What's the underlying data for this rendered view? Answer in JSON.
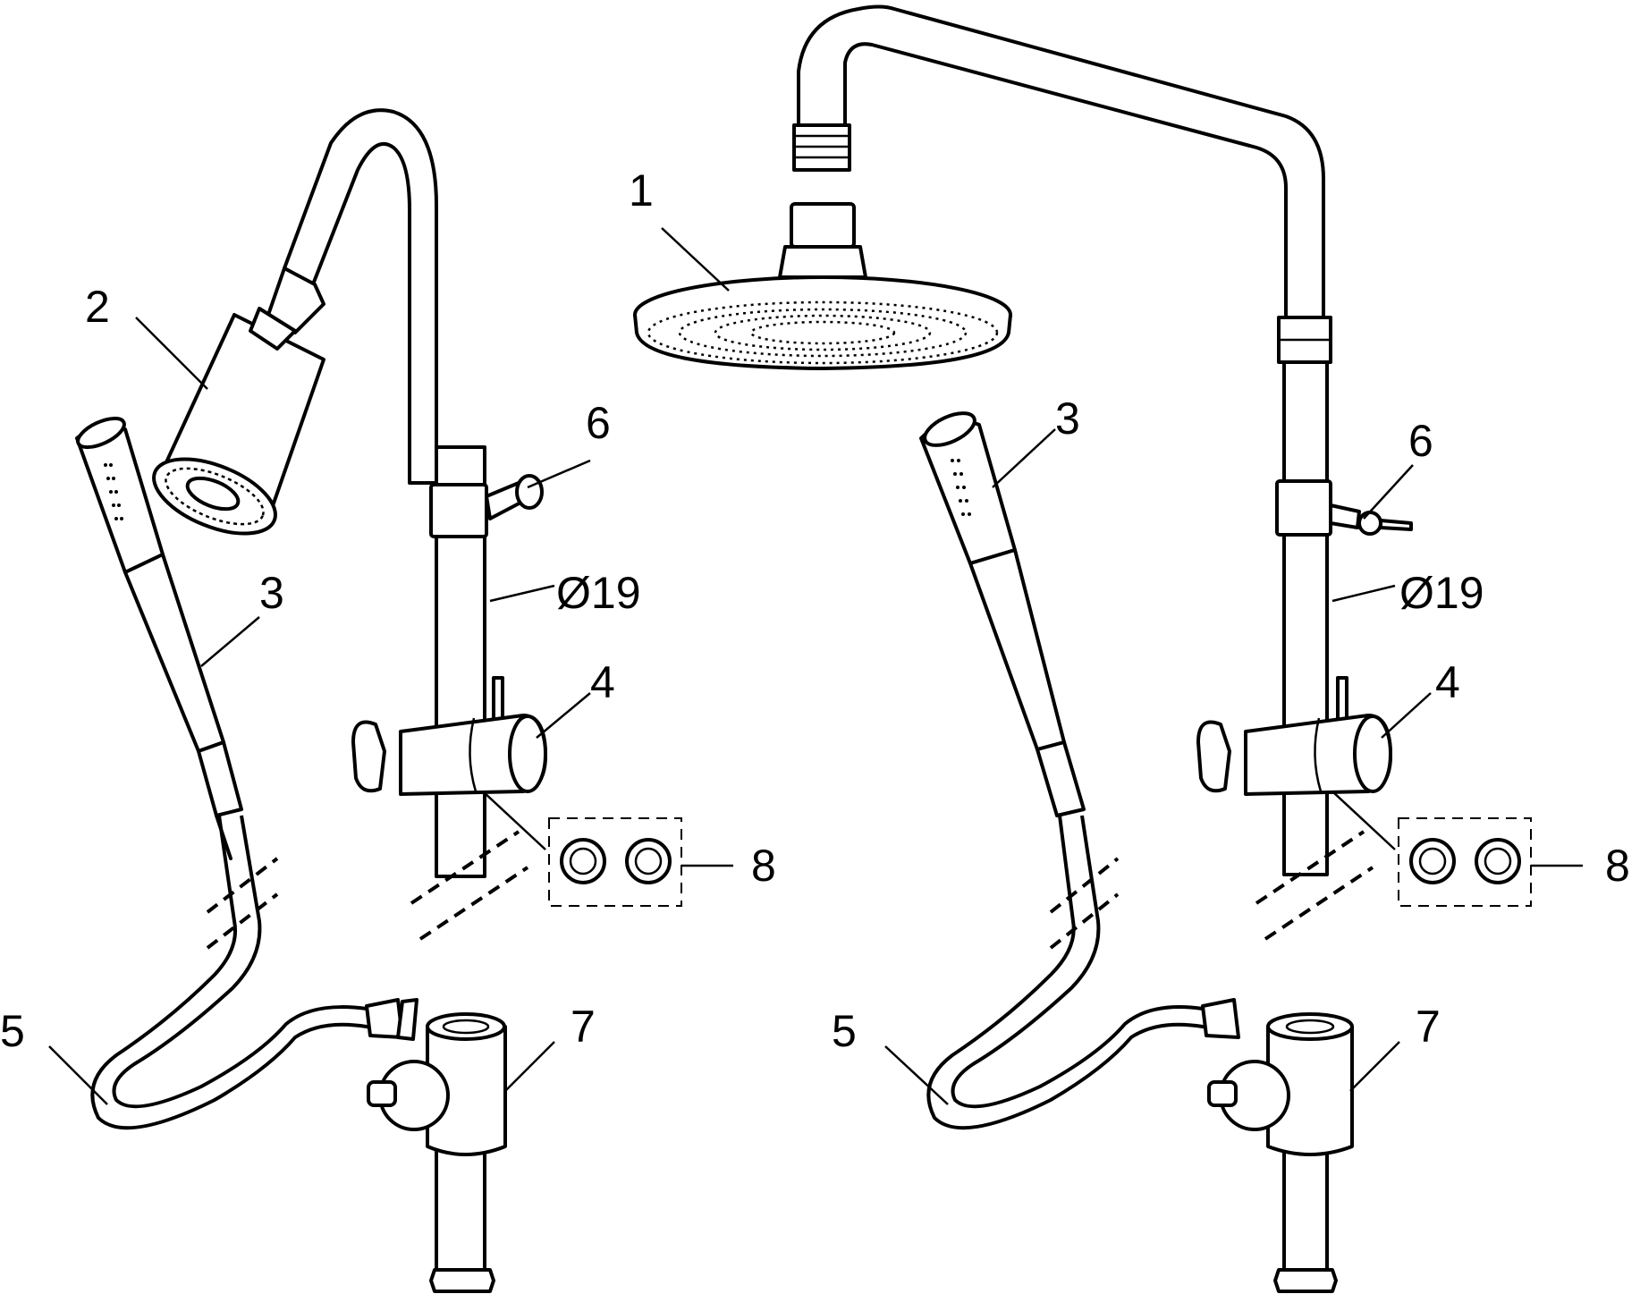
{
  "labels": {
    "left": {
      "head_shower": "2",
      "hand_shower": "3",
      "slider": "4",
      "hose": "5",
      "bracket": "6",
      "diverter": "7",
      "spacers": "8",
      "diameter": "Ø19"
    },
    "right": {
      "head_shower": "1",
      "hand_shower": "3",
      "slider": "4",
      "hose": "5",
      "bracket": "6",
      "diverter": "7",
      "spacers": "8",
      "diameter": "Ø19"
    }
  },
  "colors": {
    "line": "#000000",
    "background": "#ffffff"
  }
}
